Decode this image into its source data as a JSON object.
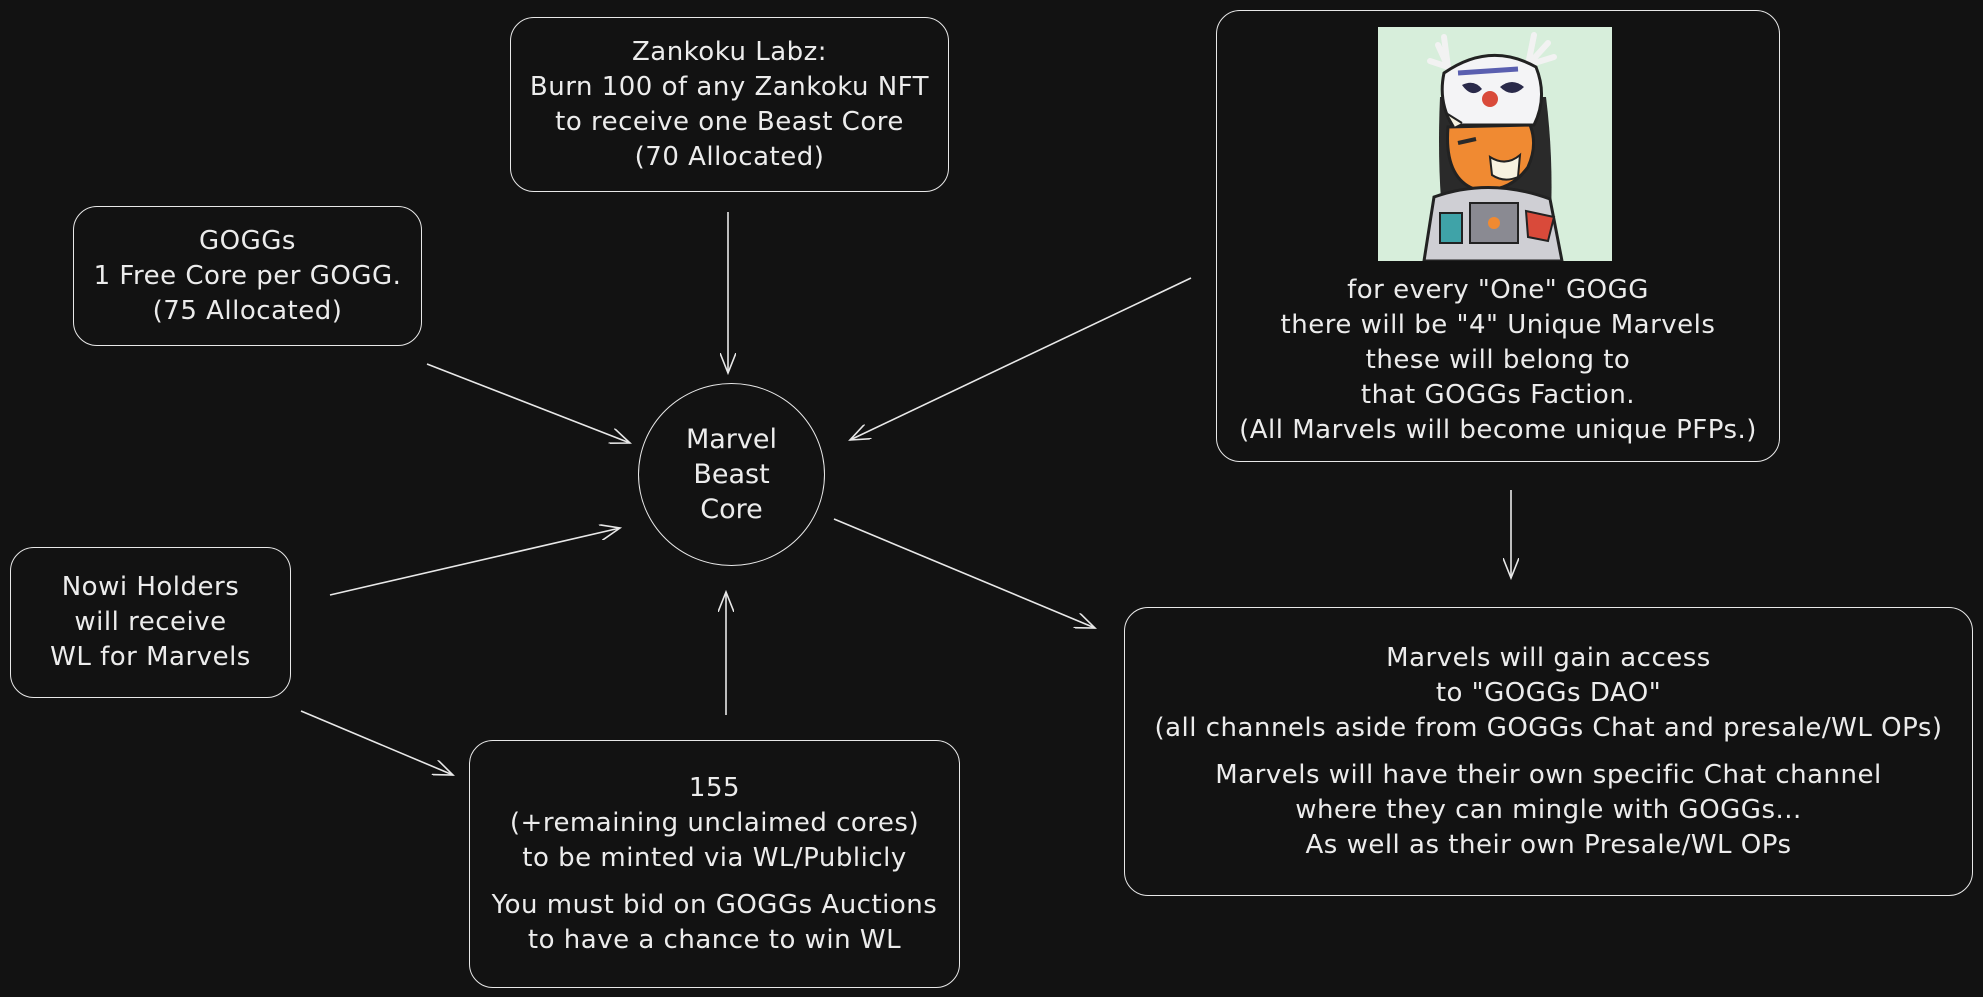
{
  "nodes": {
    "core": {
      "lines": [
        "Marvel",
        "Beast",
        "Core"
      ]
    },
    "zankoku": {
      "lines": [
        "Zankoku Labz:",
        "Burn 100 of any Zankoku NFT",
        "to receive one Beast Core",
        "(70 Allocated)"
      ]
    },
    "goggs": {
      "lines": [
        "GOGGs",
        "1 Free Core per GOGG.",
        "(75 Allocated)"
      ]
    },
    "nowi": {
      "lines": [
        "Nowi Holders",
        "will receive",
        "WL for Marvels"
      ]
    },
    "mint": {
      "lines": [
        "155",
        "(+remaining unclaimed cores)",
        "to be minted via WL/Publicly"
      ],
      "lines2": [
        "You must bid on GOGGs Auctions",
        "to have a chance to win WL"
      ]
    },
    "faction": {
      "lines": [
        "for every \"One\" GOGG",
        "there will be \"4\" Unique Marvels",
        "these will belong to",
        "that GOGGs Faction.",
        "(All Marvels will become unique PFPs.)"
      ]
    },
    "dao": {
      "lines": [
        "Marvels will gain access",
        "to \"GOGGs DAO\"",
        "(all channels aside from GOGGs Chat and presale/WL OPs)"
      ],
      "lines2": [
        "Marvels will have their own specific Chat channel",
        "where they can mingle with GOGGs...",
        "As well as their own Presale/WL OPs"
      ]
    }
  },
  "colors": {
    "background": "#121212",
    "stroke": "#e8e8e8",
    "portrait_bg": "#d7eedb",
    "portrait_orange": "#f08a32"
  }
}
